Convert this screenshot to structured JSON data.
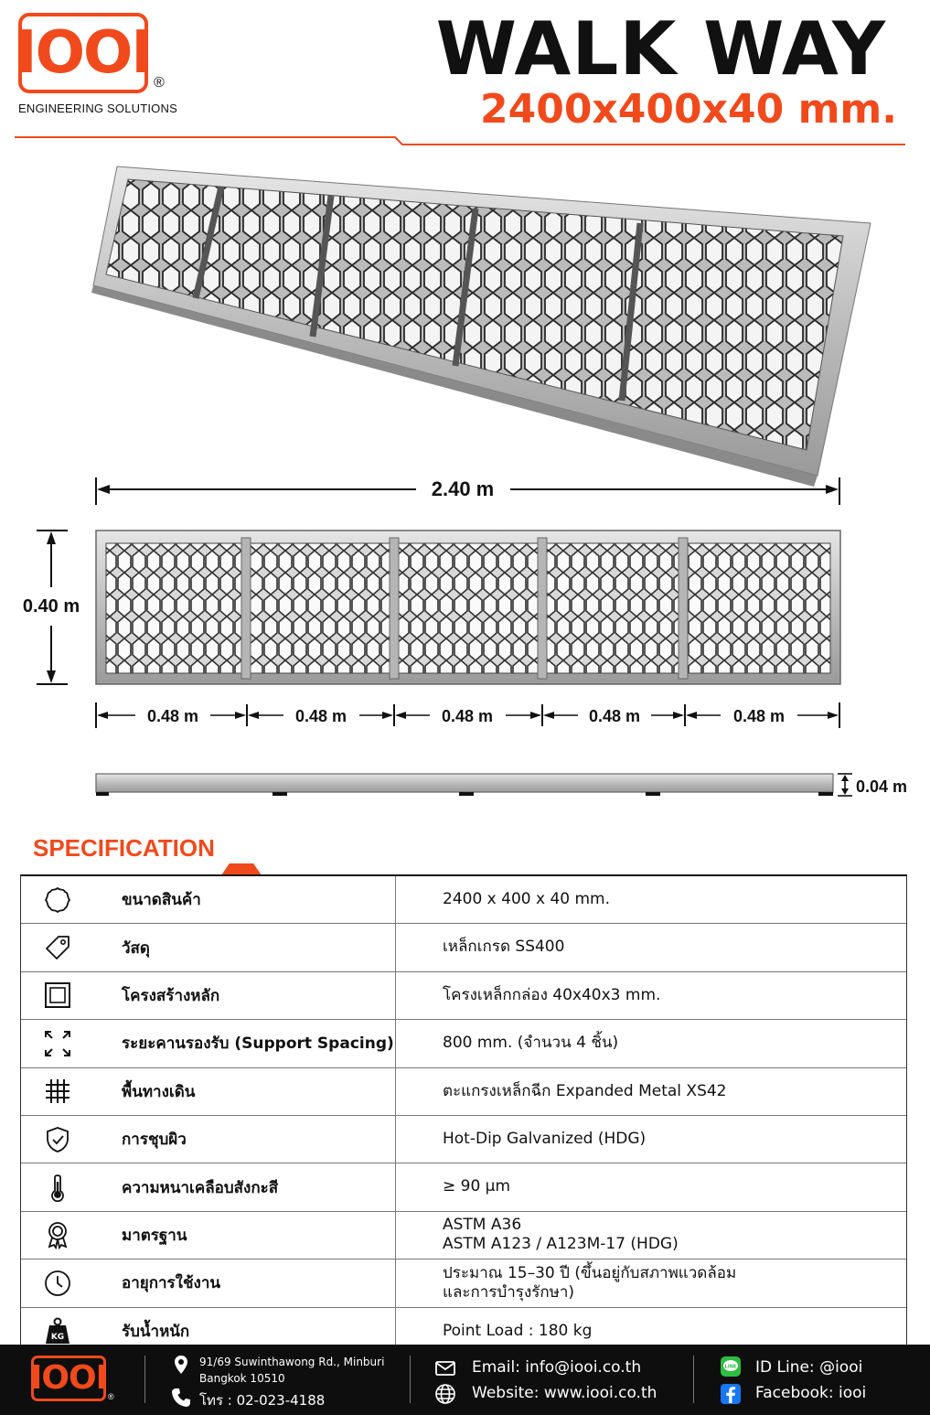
{
  "header": {
    "logo_text": "IOOI",
    "registered_mark": "®",
    "tagline": "ENGINEERING SOLUTIONS",
    "title": "WALK WAY",
    "subtitle": "2400x400x40 mm."
  },
  "dimensions": {
    "length": "2.40 m",
    "width": "0.40 m",
    "thickness": "0.04 m",
    "segments": [
      "0.48 m",
      "0.48 m",
      "0.48 m",
      "0.48 m",
      "0.48 m"
    ]
  },
  "specification": {
    "title": "SPECIFICATION",
    "rows": [
      {
        "icon": "size-icon",
        "label": "ขนาดสินค้า",
        "value": "2400 x 400 x 40 mm."
      },
      {
        "icon": "tag-icon",
        "label": "วัสดุ",
        "value": "เหล็กเกรด SS400"
      },
      {
        "icon": "frame-icon",
        "label": "โครงสร้างหลัก",
        "value": "โครงเหล็กกล่อง 40x40x3 mm."
      },
      {
        "icon": "expand-arrows-icon",
        "label": "ระยะคานรองรับ (Support Spacing)",
        "value": "800 mm. (จำนวน 4 ชิ้น)"
      },
      {
        "icon": "grid-icon",
        "label": "พื้นทางเดิน",
        "value": "ตะแกรงเหล็กฉีก Expanded Metal XS42"
      },
      {
        "icon": "shield-check-icon",
        "label": "การชุบผิว",
        "value": "Hot-Dip Galvanized (HDG)"
      },
      {
        "icon": "thermometer-icon",
        "label": "ความหนาเคลือบสังกะสี",
        "value": "≥ 90 µm"
      },
      {
        "icon": "award-icon",
        "label": "มาตรฐาน",
        "value": "ASTM A36",
        "value2": "ASTM A123 / A123M-17 (HDG)"
      },
      {
        "icon": "clock-icon",
        "label": "อายุการใช้งาน",
        "value": "ประมาณ 15–30 ปี (ขึ้นอยู่กับสภาพแวดล้อม",
        "value2": "และการบำรุงรักษา)"
      },
      {
        "icon": "kg-weight-icon",
        "label": "รับน้ำหนัก",
        "value": "Point Load : 180 kg"
      }
    ]
  },
  "footer": {
    "logo_text": "IOOI",
    "registered_mark": "®",
    "address_line1": "91/69 Suwinthawong Rd., Minburi",
    "address_line2": "Bangkok 10510",
    "phone": "โทร : 02-023-4188",
    "email": "Email: info@iooi.co.th",
    "website": "Website: www.iooi.co.th",
    "line": "ID Line: @iooi",
    "facebook": "Facebook: iooi"
  },
  "colors": {
    "accent": "#f04a1c",
    "dark": "#111111",
    "footer_bg": "#0e0e0e",
    "line_green": "#2ebd3f",
    "facebook_blue": "#1877f2"
  }
}
